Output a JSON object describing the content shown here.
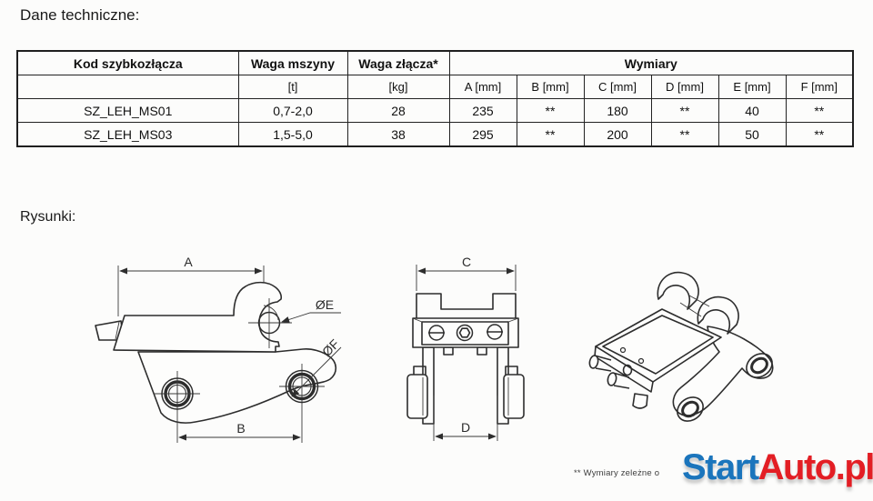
{
  "page": {
    "title": "Dane techniczne:",
    "drawings_heading": "Rysunki:",
    "footnote": "** Wymiary zeleżne o"
  },
  "table": {
    "header": {
      "code": "Kod szybkozłącza",
      "machine_weight": "Waga mszyny",
      "coupler_weight": "Waga złącza*",
      "dimensions": "Wymiary"
    },
    "units_row": {
      "code": "",
      "machine_weight": "[t]",
      "coupler_weight": "[kg]",
      "dims": [
        "A [mm]",
        "B [mm]",
        "C [mm]",
        "D [mm]",
        "E [mm]",
        "F [mm]"
      ]
    },
    "rows": [
      {
        "code": "SZ_LEH_MS01",
        "machine_weight": "0,7-2,0",
        "coupler_weight": "28",
        "dims": [
          "235",
          "**",
          "180",
          "**",
          "40",
          "**"
        ]
      },
      {
        "code": "SZ_LEH_MS03",
        "machine_weight": "1,5-5,0",
        "coupler_weight": "38",
        "dims": [
          "295",
          "**",
          "200",
          "**",
          "50",
          "**"
        ]
      }
    ]
  },
  "drawings": {
    "side_view": {
      "labels": {
        "a": "A",
        "b": "B",
        "e": "ØE",
        "f": "ØF"
      }
    },
    "front_view": {
      "labels": {
        "c": "C",
        "d": "D"
      }
    }
  },
  "logo": {
    "text_blue": "Start",
    "text_red": "Auto.pl",
    "color_blue": "#1b75bc",
    "color_red": "#e31e24"
  }
}
